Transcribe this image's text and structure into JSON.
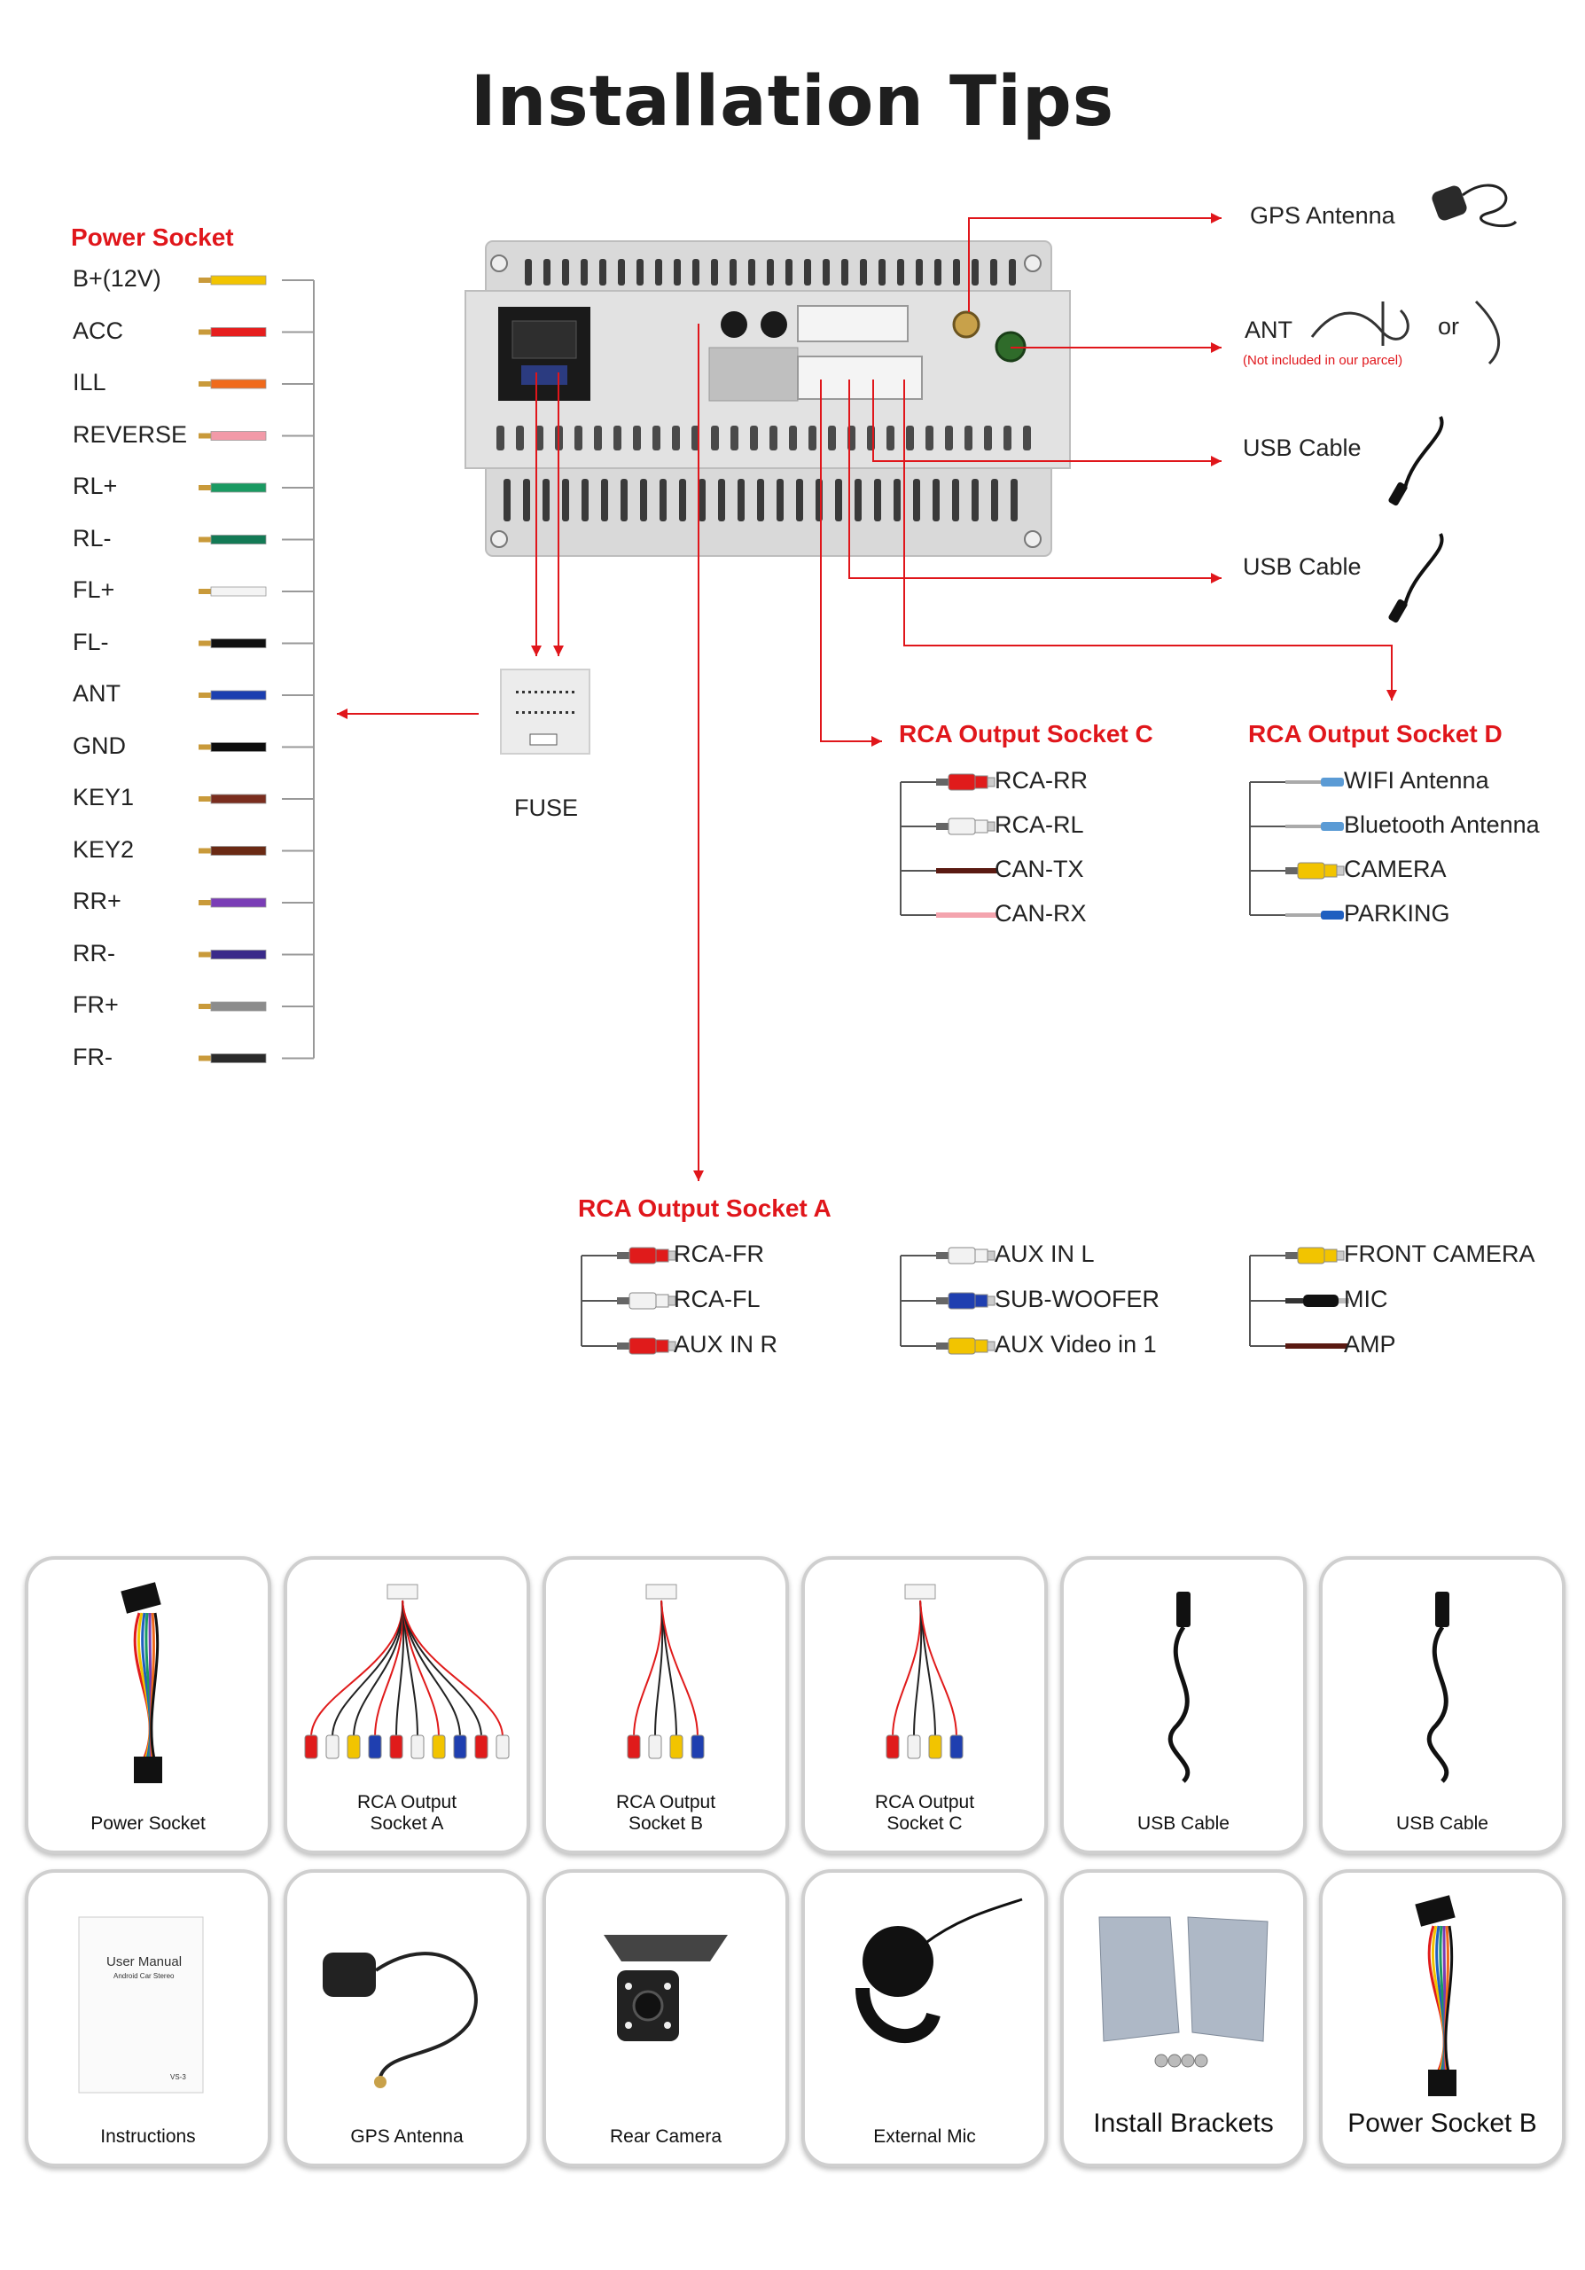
{
  "title": "Installation Tips",
  "power_socket": {
    "title": "Power Socket",
    "wires": [
      {
        "label": "B+(12V)",
        "color": "#f2c400"
      },
      {
        "label": "ACC",
        "color": "#e61e1e"
      },
      {
        "label": "ILL",
        "color": "#f06a1c"
      },
      {
        "label": "REVERSE",
        "color": "#f29aa8"
      },
      {
        "label": "RL+",
        "color": "#1a9a62"
      },
      {
        "label": "RL-",
        "color": "#137a55"
      },
      {
        "label": "FL+",
        "color": "#f4f4f4"
      },
      {
        "label": "FL-",
        "color": "#111111"
      },
      {
        "label": "ANT",
        "color": "#1c3fb0"
      },
      {
        "label": "GND",
        "color": "#0d0d0d"
      },
      {
        "label": "KEY1",
        "color": "#7a2d1e"
      },
      {
        "label": "KEY2",
        "color": "#6b2a14"
      },
      {
        "label": "RR+",
        "color": "#7a3db6"
      },
      {
        "label": "RR-",
        "color": "#3a2a8a"
      },
      {
        "label": "FR+",
        "color": "#8c8c8c"
      },
      {
        "label": "FR-",
        "color": "#2b2b2b"
      }
    ]
  },
  "fuse_label": "FUSE",
  "right_items": {
    "gps_antenna": "GPS Antenna",
    "ant": "ANT",
    "ant_note": "(Not included in our parcel)",
    "or": "or",
    "usb_cable_1": "USB Cable",
    "usb_cable_2": "USB Cable"
  },
  "rca_c": {
    "title": "RCA Output Socket C",
    "items": [
      {
        "label": "RCA-RR",
        "kind": "rca",
        "color": "#e01b1b"
      },
      {
        "label": "RCA-RL",
        "kind": "rca",
        "color": "#f2f2f2"
      },
      {
        "label": "CAN-TX",
        "kind": "wire",
        "color": "#5a1a12"
      },
      {
        "label": "CAN-RX",
        "kind": "wire",
        "color": "#f4a4ae"
      }
    ]
  },
  "rca_d": {
    "title": "RCA Output Socket D",
    "items": [
      {
        "label": "WIFI Antenna",
        "kind": "plug",
        "color": "#5b9bd5"
      },
      {
        "label": "Bluetooth Antenna",
        "kind": "plug",
        "color": "#5b9bd5"
      },
      {
        "label": "CAMERA",
        "kind": "rca",
        "color": "#f2c400"
      },
      {
        "label": "PARKING",
        "kind": "plug",
        "color": "#1f5fc0"
      }
    ]
  },
  "rca_a": {
    "title": "RCA Output Socket A",
    "groups": [
      [
        {
          "label": "RCA-FR",
          "kind": "rca",
          "color": "#e01b1b"
        },
        {
          "label": "RCA-FL",
          "kind": "rca",
          "color": "#f2f2f2"
        },
        {
          "label": "AUX IN R",
          "kind": "rca",
          "color": "#e01b1b"
        }
      ],
      [
        {
          "label": "AUX IN L",
          "kind": "rca",
          "color": "#f2f2f2"
        },
        {
          "label": "SUB-WOOFER",
          "kind": "rca",
          "color": "#1f3fb0"
        },
        {
          "label": "AUX Video in 1",
          "kind": "rca",
          "color": "#f2c400"
        }
      ],
      [
        {
          "label": "FRONT CAMERA",
          "kind": "rca",
          "color": "#f2c400"
        },
        {
          "label": "MIC",
          "kind": "jack",
          "color": "#111111"
        },
        {
          "label": "AMP",
          "kind": "wire",
          "color": "#5a1a12"
        }
      ]
    ]
  },
  "accessories": [
    {
      "label": "Power Socket",
      "icon": "power-socket-harness"
    },
    {
      "label": "RCA Output\nSocket A",
      "icon": "rca-harness-a"
    },
    {
      "label": "RCA Output\nSocket B",
      "icon": "rca-harness-b"
    },
    {
      "label": "RCA Output\nSocket C",
      "icon": "rca-harness-c"
    },
    {
      "label": "USB Cable",
      "icon": "usb-cable"
    },
    {
      "label": "USB Cable",
      "icon": "usb-cable"
    },
    {
      "label": "Instructions",
      "icon": "user-manual",
      "manual_title": "User Manual",
      "manual_sub": "Android Car Stereo",
      "manual_code": "VS-3"
    },
    {
      "label": "GPS Antenna",
      "icon": "gps-antenna"
    },
    {
      "label": "Rear Camera",
      "icon": "rear-camera"
    },
    {
      "label": "External Mic",
      "icon": "external-mic"
    },
    {
      "label": "Install Brackets",
      "icon": "install-brackets",
      "big": true
    },
    {
      "label": "Power Socket B",
      "icon": "power-socket-harness-b",
      "big": true
    }
  ],
  "colors": {
    "accent": "#e0161b",
    "line": "#e0161b",
    "card_border": "#cfcfcf"
  }
}
